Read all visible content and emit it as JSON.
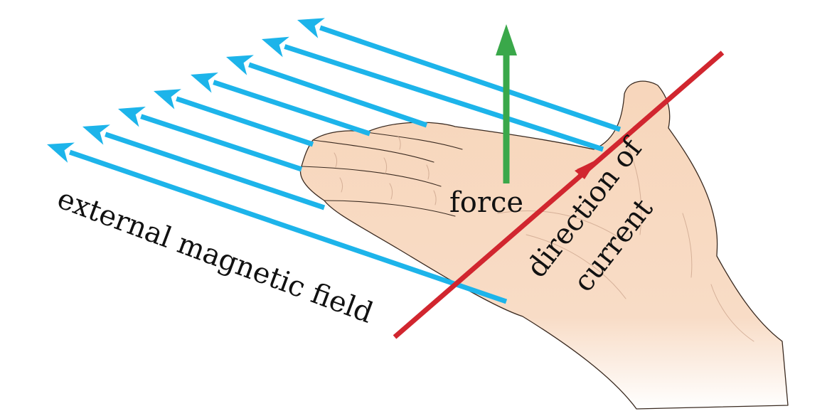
{
  "labels": {
    "field": "external magnetic field",
    "force": "force",
    "current_line1": "direction of",
    "current_line2": "current"
  },
  "colors": {
    "field_arrows": "#1db4ea",
    "force_arrow": "#3aa84a",
    "current_line": "#d1262f",
    "skin": "#f6d8bd"
  },
  "field_arrow_count": 8,
  "force_direction": "up",
  "current_direction": "up-right"
}
